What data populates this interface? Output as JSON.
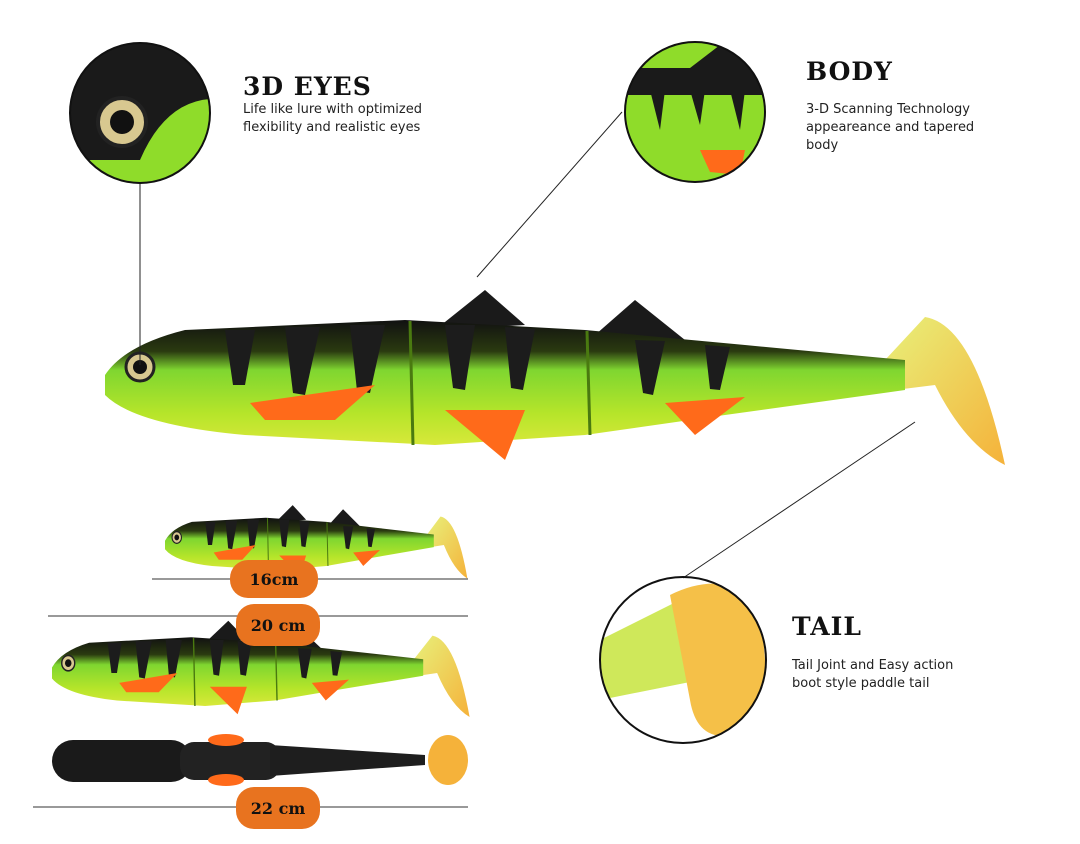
{
  "features": [
    {
      "title": "3D EYES",
      "description_lines": [
        "Life like lure with optimized",
        "flexibility and realistic eyes"
      ]
    },
    {
      "title": "BODY",
      "description_lines": [
        "3-D Scanning Technology",
        "appeareance and tapered",
        "body"
      ]
    },
    {
      "title": "TAIL",
      "description_lines": [
        "Tail Joint and Easy action",
        "boot style paddle tail"
      ]
    }
  ],
  "sizes": [
    "16cm",
    "20 cm",
    "22 cm"
  ],
  "colors": {
    "badge": "#e8731f",
    "lure_green": "#8fdc2a",
    "lure_yellow": "#d6e82a",
    "fin_orange": "#ff6a1a",
    "tail_yellow": "#f7c548"
  }
}
